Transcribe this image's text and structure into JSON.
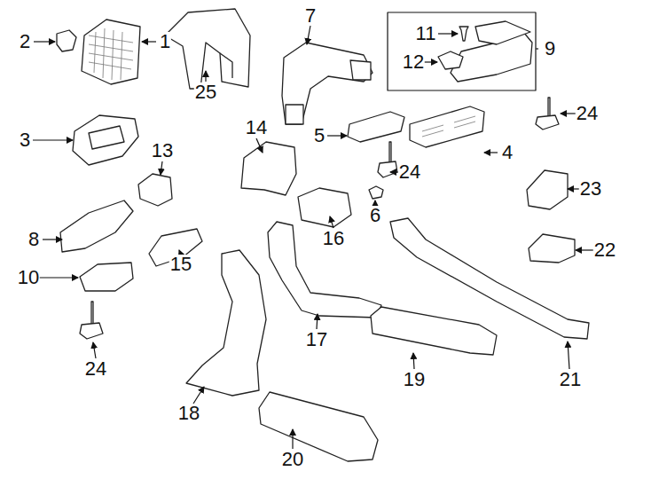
{
  "diagram": {
    "labels": [
      "2",
      "1",
      "25",
      "7",
      "11",
      "9",
      "12",
      "24",
      "3",
      "14",
      "5",
      "4",
      "13",
      "24",
      "6",
      "23",
      "16",
      "8",
      "22",
      "15",
      "10",
      "17",
      "21",
      "24",
      "19",
      "18",
      "20"
    ]
  }
}
